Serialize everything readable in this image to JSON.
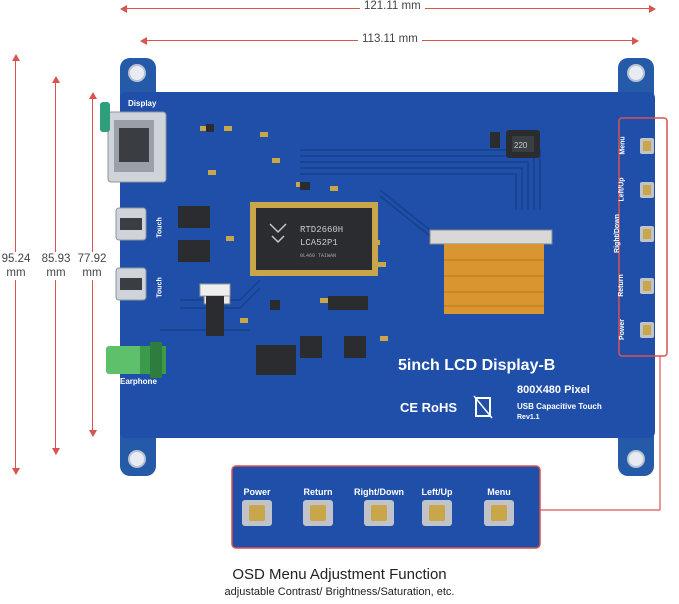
{
  "dimensions": {
    "outer_width": "121.11 mm",
    "inner_width": "113.11 mm",
    "height_outer": [
      "95.24",
      "mm"
    ],
    "height_mid": [
      "85.93",
      "mm"
    ],
    "height_inner": [
      "77.92",
      "mm"
    ]
  },
  "board": {
    "title": "5inch LCD Display-B",
    "resolution": "800X480 Pixel",
    "touch": "USB Capacitive Touch",
    "revision": "Rev1.1",
    "certifications": "CE RoHS",
    "chip_line1": "RTD2660H",
    "chip_line2": "LCA52P1",
    "chip_line3": "0L460 TAIWAN",
    "inductor": "220",
    "ports": {
      "display": "Display",
      "touch1": "Touch",
      "touch2": "Touch",
      "earphone": "Earphone"
    },
    "side_buttons": [
      "Menu",
      "Left/Up",
      "Right/Down",
      "Return",
      "Power"
    ]
  },
  "osd_panel": {
    "buttons": [
      "Power",
      "Return",
      "Right/Down",
      "Left/Up",
      "Menu"
    ]
  },
  "footer": {
    "title": "OSD Menu Adjustment Function",
    "subtitle": "adjustable Contrast/ Brightness/Saturation, etc."
  },
  "colors": {
    "pcb": "#1f4fa8",
    "pcb_dark": "#17408e",
    "pads": "#c9a64a",
    "accent_red": "#d9534f",
    "flex_cable": "#d9952f"
  }
}
